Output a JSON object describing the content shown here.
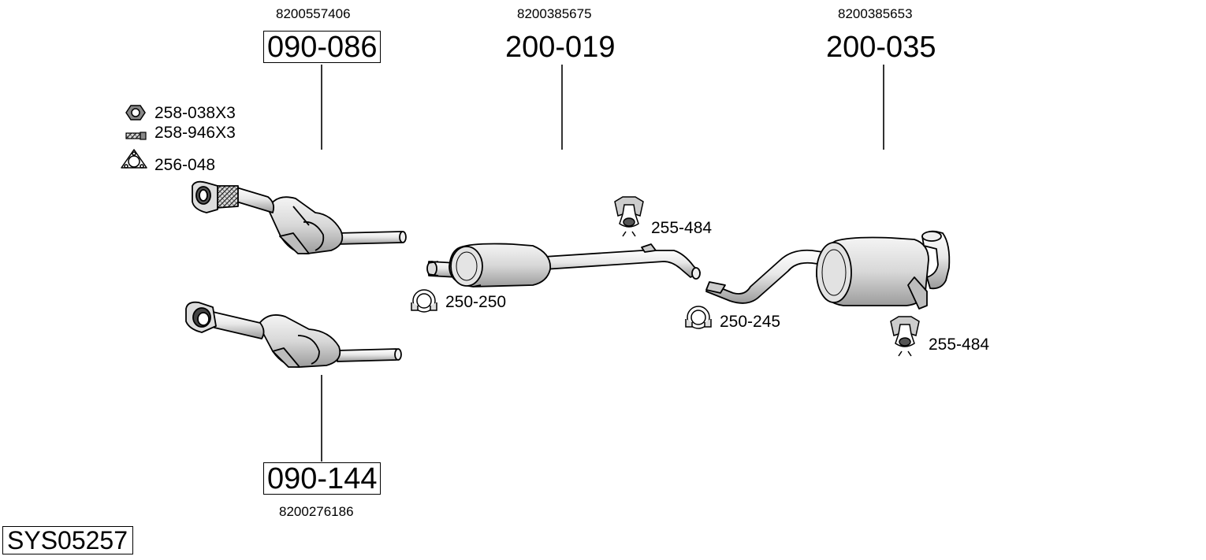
{
  "diagram": {
    "system_id": "SYS05257",
    "parts": [
      {
        "part_number": "090-086",
        "oem_number": "8200557406"
      },
      {
        "part_number": "200-019",
        "oem_number": "8200385675"
      },
      {
        "part_number": "200-035",
        "oem_number": "8200385653"
      },
      {
        "part_number": "090-144",
        "oem_number": "8200276186"
      }
    ],
    "accessories": [
      {
        "label": "258-038X3",
        "icon": "nut-icon"
      },
      {
        "label": "258-946X3",
        "icon": "bolt-icon"
      },
      {
        "label": "256-048",
        "icon": "gasket-icon"
      },
      {
        "label": "255-484",
        "icon": "rubber-hanger-icon"
      },
      {
        "label": "250-250",
        "icon": "clamp-icon"
      },
      {
        "label": "250-245",
        "icon": "clamp-icon"
      },
      {
        "label": "255-484",
        "icon": "rubber-hanger-icon"
      }
    ]
  }
}
